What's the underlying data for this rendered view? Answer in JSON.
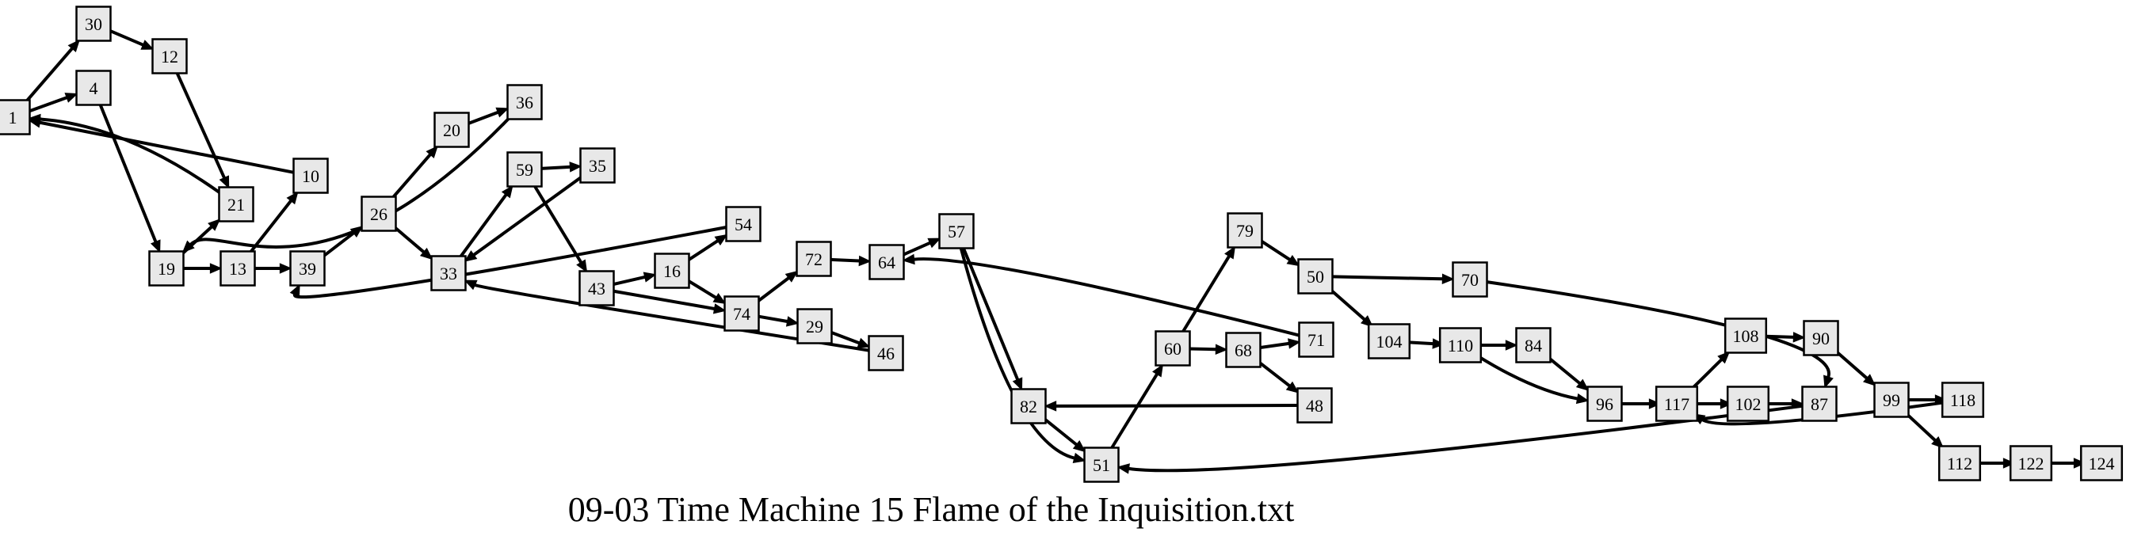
{
  "caption": "09-03 Time Machine 15 Flame of the Inquisition.txt",
  "nodes": [
    "1",
    "30",
    "4",
    "12",
    "19",
    "21",
    "10",
    "13",
    "39",
    "26",
    "20",
    "36",
    "33",
    "59",
    "35",
    "43",
    "16",
    "54",
    "74",
    "72",
    "29",
    "64",
    "46",
    "57",
    "82",
    "51",
    "60",
    "79",
    "68",
    "71",
    "48",
    "50",
    "70",
    "104",
    "110",
    "84",
    "96",
    "117",
    "108",
    "102",
    "90",
    "87",
    "99",
    "118",
    "112",
    "122",
    "124"
  ],
  "edges": [
    [
      "1",
      "30"
    ],
    [
      "1",
      "4"
    ],
    [
      "30",
      "12"
    ],
    [
      "12",
      "21"
    ],
    [
      "4",
      "19"
    ],
    [
      "19",
      "21"
    ],
    [
      "19",
      "13"
    ],
    [
      "21",
      "1"
    ],
    [
      "10",
      "1"
    ],
    [
      "13",
      "10"
    ],
    [
      "13",
      "39"
    ],
    [
      "39",
      "26"
    ],
    [
      "26",
      "20"
    ],
    [
      "26",
      "33"
    ],
    [
      "20",
      "36"
    ],
    [
      "36",
      "19"
    ],
    [
      "33",
      "59"
    ],
    [
      "59",
      "35"
    ],
    [
      "59",
      "43"
    ],
    [
      "35",
      "33"
    ],
    [
      "43",
      "16"
    ],
    [
      "43",
      "74"
    ],
    [
      "16",
      "54"
    ],
    [
      "16",
      "74"
    ],
    [
      "54",
      "39"
    ],
    [
      "74",
      "72"
    ],
    [
      "74",
      "29"
    ],
    [
      "72",
      "64"
    ],
    [
      "29",
      "46"
    ],
    [
      "46",
      "33"
    ],
    [
      "64",
      "57"
    ],
    [
      "57",
      "82"
    ],
    [
      "57",
      "51"
    ],
    [
      "82",
      "51"
    ],
    [
      "51",
      "60"
    ],
    [
      "60",
      "79"
    ],
    [
      "60",
      "68"
    ],
    [
      "79",
      "50"
    ],
    [
      "68",
      "71"
    ],
    [
      "68",
      "48"
    ],
    [
      "71",
      "64"
    ],
    [
      "48",
      "82"
    ],
    [
      "50",
      "70"
    ],
    [
      "50",
      "104"
    ],
    [
      "70",
      "87"
    ],
    [
      "104",
      "110"
    ],
    [
      "110",
      "84"
    ],
    [
      "110",
      "96"
    ],
    [
      "84",
      "96"
    ],
    [
      "96",
      "117"
    ],
    [
      "117",
      "108"
    ],
    [
      "117",
      "102"
    ],
    [
      "108",
      "90"
    ],
    [
      "102",
      "87"
    ],
    [
      "87",
      "51"
    ],
    [
      "90",
      "99"
    ],
    [
      "99",
      "118"
    ],
    [
      "99",
      "112"
    ],
    [
      "118",
      "117"
    ],
    [
      "112",
      "122"
    ],
    [
      "122",
      "124"
    ]
  ]
}
